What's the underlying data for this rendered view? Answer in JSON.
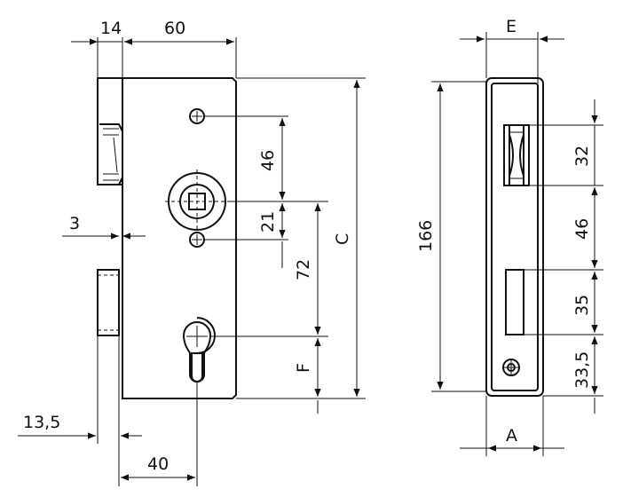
{
  "side_view": {
    "dims": {
      "faceplate_thickness": "14",
      "case_width": "60",
      "latch_projection": "3",
      "faceplate_offset": "13,5",
      "backset": "40",
      "spindle_hole_spacing_top": "46",
      "spindle_hole_spacing_bottom": "21",
      "distance_spindle_cylinder": "72",
      "height_C": "C",
      "height_F": "F"
    }
  },
  "front_view": {
    "dims": {
      "width_E": "E",
      "width_A": "A",
      "total_height": "166",
      "latch_height": "32",
      "gap_latch_bolt": "46",
      "bolt_height": "35",
      "bolt_to_bottom": "33,5"
    }
  },
  "colors": {
    "line": "#111111",
    "background": "#ffffff"
  }
}
